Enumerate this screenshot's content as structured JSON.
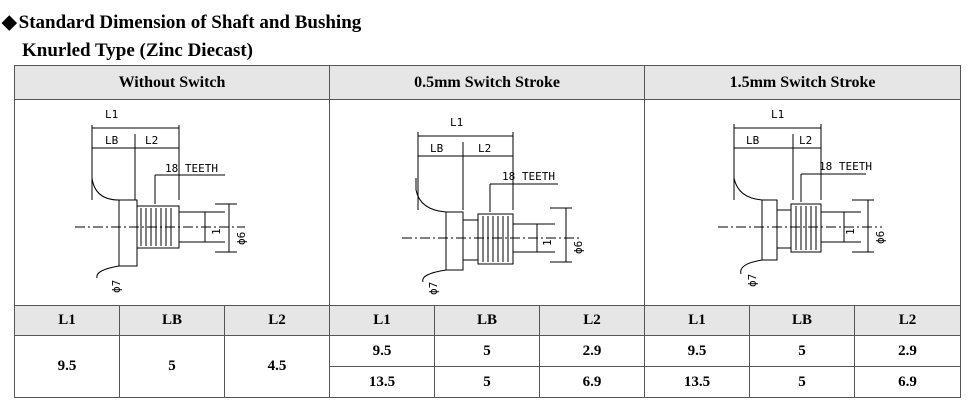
{
  "title": "Standard Dimension of Shaft and Bushing",
  "subtitle": "Knurled Type (Zinc Diecast)",
  "title_icon": "black-diamond",
  "sections": [
    {
      "label": "Without Switch"
    },
    {
      "label": "0.5mm Switch Stroke"
    },
    {
      "label": "1.5mm Switch Stroke"
    }
  ],
  "drawing_labels": {
    "l1": "L1",
    "lb": "LB",
    "l2": "L2",
    "teeth": "18 TEETH",
    "one": "1",
    "dia6": "ϕ6",
    "dia7": "ϕ7"
  },
  "table": {
    "columns": [
      "L1",
      "LB",
      "L2"
    ],
    "without_switch": {
      "l1": "9.5",
      "lb": "5",
      "l2": "4.5"
    },
    "switch_05": [
      {
        "l1": "9.5",
        "lb": "5",
        "l2": "2.9"
      },
      {
        "l1": "13.5",
        "lb": "5",
        "l2": "6.9"
      }
    ],
    "switch_15": [
      {
        "l1": "9.5",
        "lb": "5",
        "l2": "2.9"
      },
      {
        "l1": "13.5",
        "lb": "5",
        "l2": "6.9"
      }
    ]
  }
}
